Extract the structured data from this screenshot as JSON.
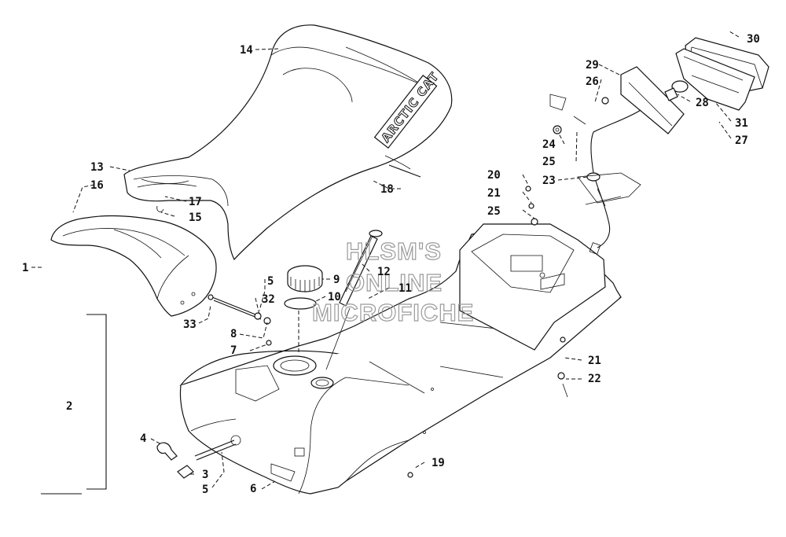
{
  "watermark": {
    "line1": "HLSM'S",
    "line2": "ONLINE",
    "line3": "MICROFICHE"
  },
  "seat_brand": "ARCTIC CAT",
  "callouts": {
    "c1": "1",
    "c2": "2",
    "c3": "3",
    "c4": "4",
    "c5a": "5",
    "c5b": "5",
    "c6": "6",
    "c7": "7",
    "c8": "8",
    "c9": "9",
    "c10": "10",
    "c11": "11",
    "c12": "12",
    "c13": "13",
    "c14": "14",
    "c15": "15",
    "c16": "16",
    "c17": "17",
    "c18": "18",
    "c19": "19",
    "c20": "20",
    "c21a": "21",
    "c21b": "21",
    "c22": "22",
    "c23": "23",
    "c24": "24",
    "c25a": "25",
    "c25b": "25",
    "c26": "26",
    "c27": "27",
    "c28": "28",
    "c29": "29",
    "c30": "30",
    "c31": "31",
    "c32": "32",
    "c33": "33"
  }
}
